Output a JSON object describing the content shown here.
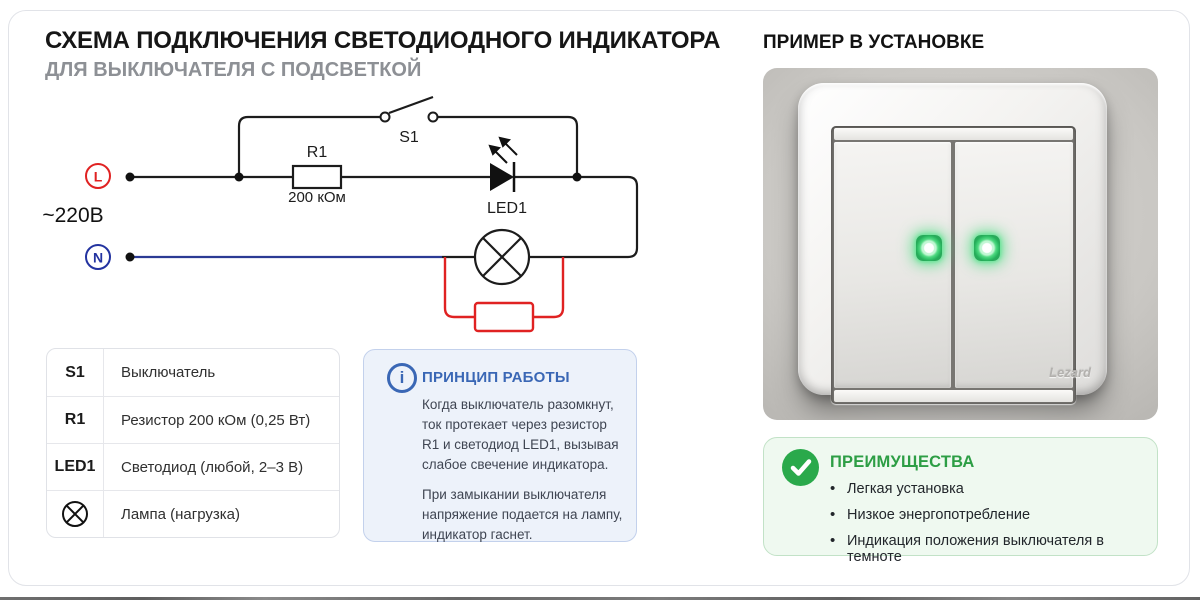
{
  "page": {
    "title": "СХЕМА ПОДКЛЮЧЕНИЯ СВЕТОДИОДНОГО ИНДИКАТОРА",
    "subtitle": "ДЛЯ ВЫКЛЮЧАТЕЛЯ С ПОДСВЕТКОЙ"
  },
  "circuit": {
    "voltage_label": "~220В",
    "terminal_l": "L",
    "terminal_n": "N",
    "switch_label": "S1",
    "resistor_label": "R1",
    "resistor_value": "200 кОм",
    "led_label": "LED1"
  },
  "legend": {
    "rows": [
      {
        "symbol": "S1",
        "description": "Выключатель"
      },
      {
        "symbol": "R1",
        "description": "Резистор 200 кОм (0,25 Вт)"
      },
      {
        "symbol": "LED1",
        "description": "Светодиод (любой, 2–3 В)"
      },
      {
        "symbol": "lamp-icon",
        "description": "Лампа (нагрузка)"
      }
    ]
  },
  "principle": {
    "icon": "info-icon",
    "icon_glyph": "i",
    "title": "ПРИНЦИП РАБОТЫ",
    "paragraphs": [
      "Когда выключатель разомкнут, ток протекает через резистор R1 и светодиод LED1, вызывая слабое свечение индикатора.",
      "При замыкании выключателя напряжение подается на лампу, индикатор гаснет."
    ]
  },
  "example": {
    "title": "ПРИМЕР В УСТАНОВКЕ",
    "brand": "Lezard",
    "led_state": "on"
  },
  "advantages": {
    "icon": "check-circle-icon",
    "title": "ПРЕИМУЩЕСТВА",
    "items": [
      "Легкая установка",
      "Низкое энергопотребление",
      "Индикация положения выключателя в темноте"
    ]
  },
  "colors": {
    "accent_blue": "#3a67b5",
    "accent_green": "#2aa94b",
    "line_red": "#e02222",
    "neutral_wire_blue": "#2b3a94",
    "led_green": "#3fd27c"
  }
}
